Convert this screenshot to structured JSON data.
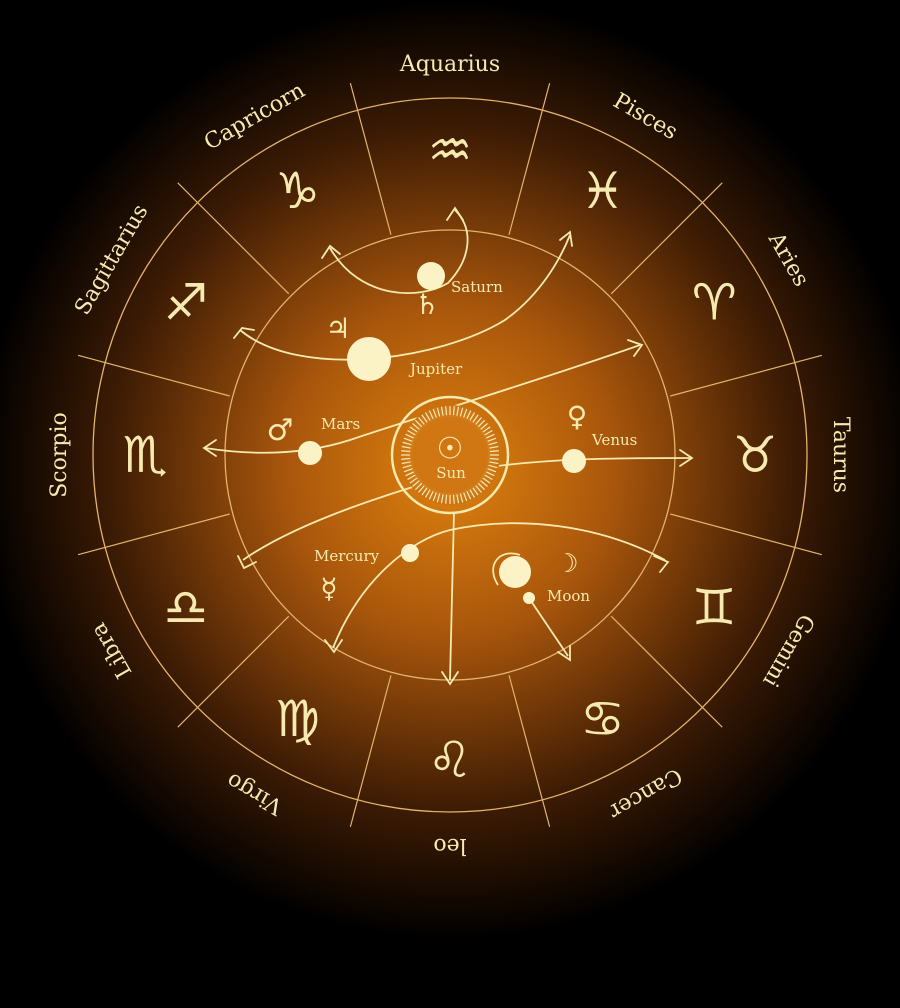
{
  "signs": [
    {
      "name": "Aquarius",
      "glyph": "♒",
      "icon": "aquarius-icon"
    },
    {
      "name": "Pisces",
      "glyph": "♓",
      "icon": "pisces-icon"
    },
    {
      "name": "Aries",
      "glyph": "♈",
      "icon": "aries-icon"
    },
    {
      "name": "Taurus",
      "glyph": "♉",
      "icon": "taurus-icon"
    },
    {
      "name": "Gemini",
      "glyph": "♊",
      "icon": "gemini-icon"
    },
    {
      "name": "Cancer",
      "glyph": "♋",
      "icon": "cancer-icon"
    },
    {
      "name": "leo",
      "glyph": "♌",
      "icon": "leo-icon"
    },
    {
      "name": "Virgo",
      "glyph": "♍",
      "icon": "virgo-icon"
    },
    {
      "name": "Libra",
      "glyph": "♎",
      "icon": "libra-icon"
    },
    {
      "name": "Scorpio",
      "glyph": "♏",
      "icon": "scorpio-icon"
    },
    {
      "name": "Sagittarius",
      "glyph": "♐",
      "icon": "sagittarius-icon"
    },
    {
      "name": "Capricorn",
      "glyph": "♑",
      "icon": "capricorn-icon"
    }
  ],
  "planets": {
    "saturn": {
      "name": "Saturn",
      "glyph": "♄",
      "icon": "saturn-icon"
    },
    "jupiter": {
      "name": "Jupiter",
      "glyph": "♃",
      "icon": "jupiter-icon"
    },
    "mars": {
      "name": "Mars",
      "glyph": "♂",
      "icon": "mars-icon"
    },
    "sun": {
      "name": "Sun",
      "glyph": "☉",
      "icon": "sun-icon"
    },
    "venus": {
      "name": "Venus",
      "glyph": "♀",
      "icon": "venus-icon"
    },
    "mercury": {
      "name": "Mercury",
      "glyph": "☿",
      "icon": "mercury-icon"
    },
    "moon": {
      "name": "Moon",
      "glyph": "☽",
      "icon": "moon-icon"
    }
  },
  "colors": {
    "background": "#000000",
    "glow_center": "#e0820e",
    "line": "#e3b46a",
    "text": "#f6eab0"
  }
}
